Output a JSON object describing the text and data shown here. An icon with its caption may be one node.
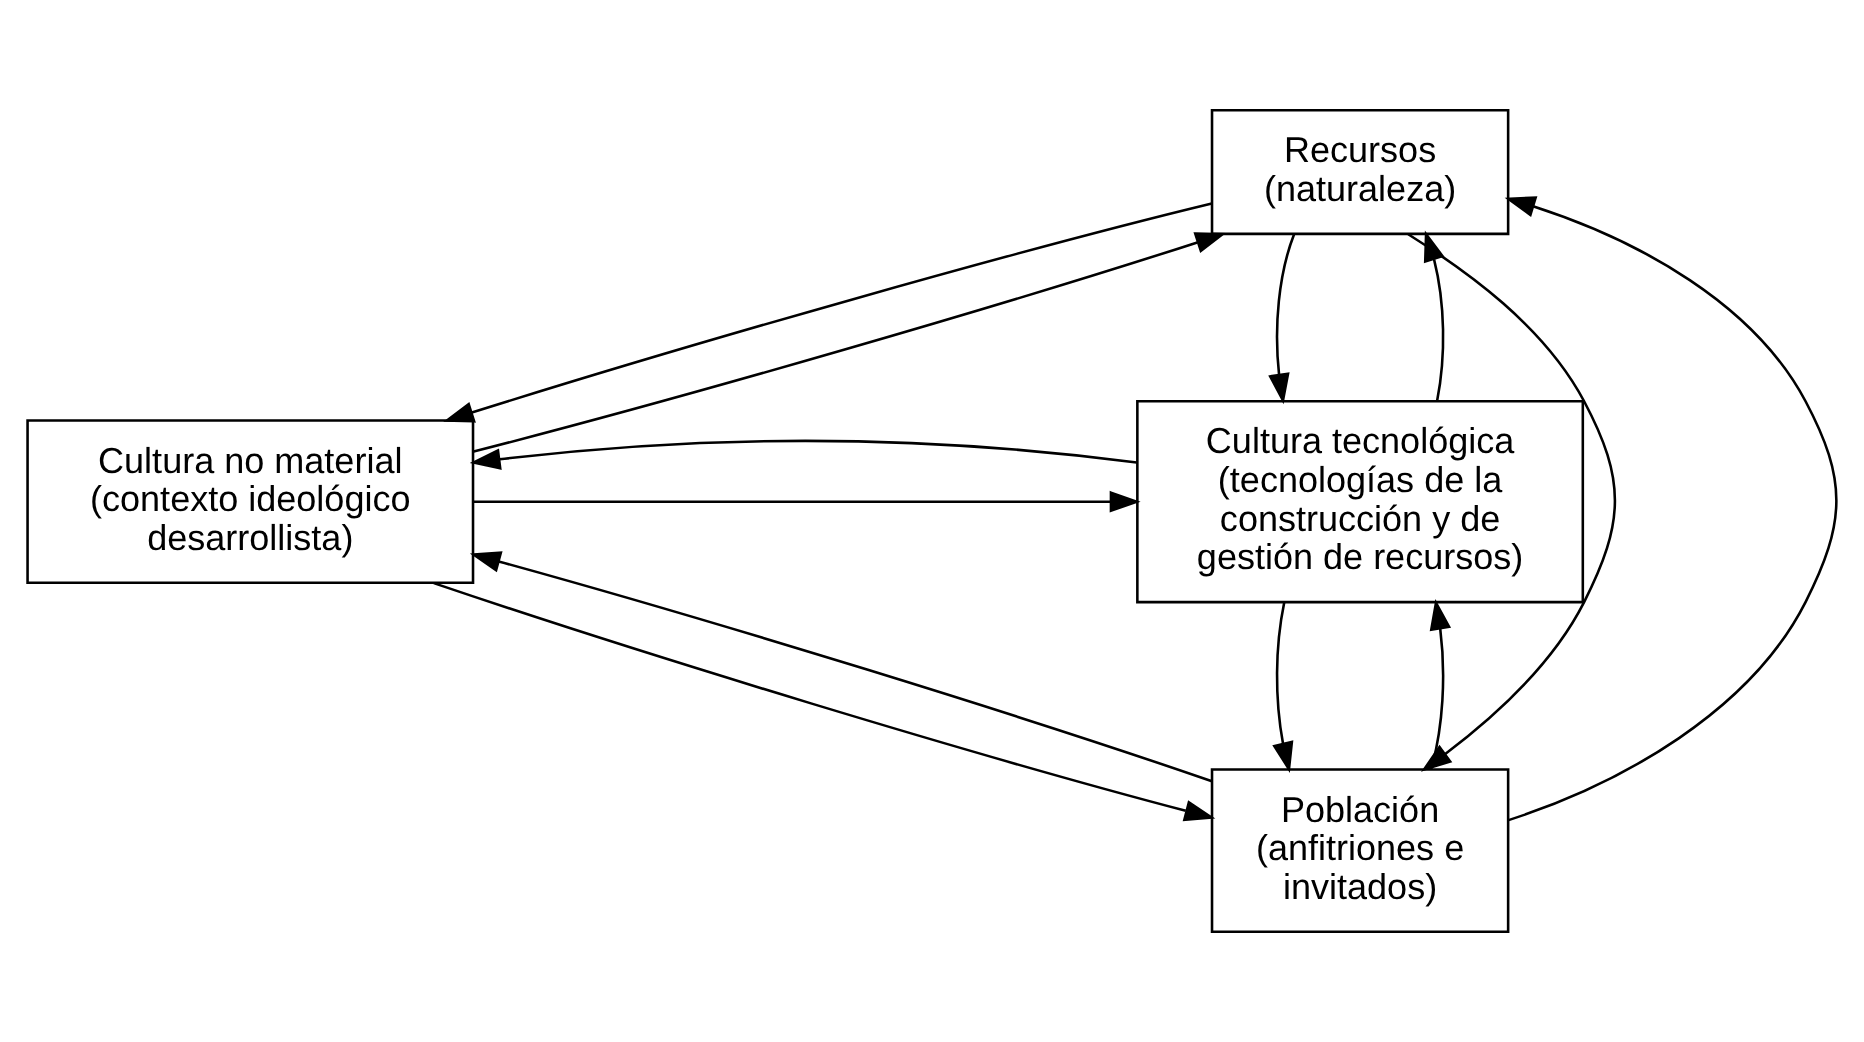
{
  "diagram": {
    "nodes": [
      {
        "text": [
          "Recursos (naturaleza)"
        ]
      },
      {
        "text": [
          "Cultura no material (contexto ideológico desarrollista)"
        ]
      },
      {
        "text": [
          "Cultura tecnológica (tecnologías de la construcción y de gestión de recursos)"
        ]
      },
      {
        "text": [
          "Población (anfitriones e invitados)"
        ]
      }
    ],
    "edges": [
      {
        "from": 1,
        "to": 0,
        "arrow": "to"
      },
      {
        "from": 0,
        "to": 1,
        "arrow": "to"
      },
      {
        "from": 0,
        "to": 2,
        "arrow": "to"
      },
      {
        "from": 2,
        "to": 0,
        "arrow": "to"
      },
      {
        "from": 0,
        "to": 3,
        "arrow": "to"
      },
      {
        "from": 3,
        "to": 0,
        "arrow": "to"
      },
      {
        "from": 1,
        "to": 2,
        "arrow": "to"
      },
      {
        "from": 2,
        "to": 1,
        "arrow": "to"
      },
      {
        "from": 3,
        "to": 1,
        "arrow": "to"
      },
      {
        "from": 1,
        "to": 3,
        "arrow": "to"
      },
      {
        "from": 3,
        "to": 2,
        "arrow": "to"
      },
      {
        "from": 2,
        "to": 3,
        "arrow": "to"
      }
    ]
  }
}
